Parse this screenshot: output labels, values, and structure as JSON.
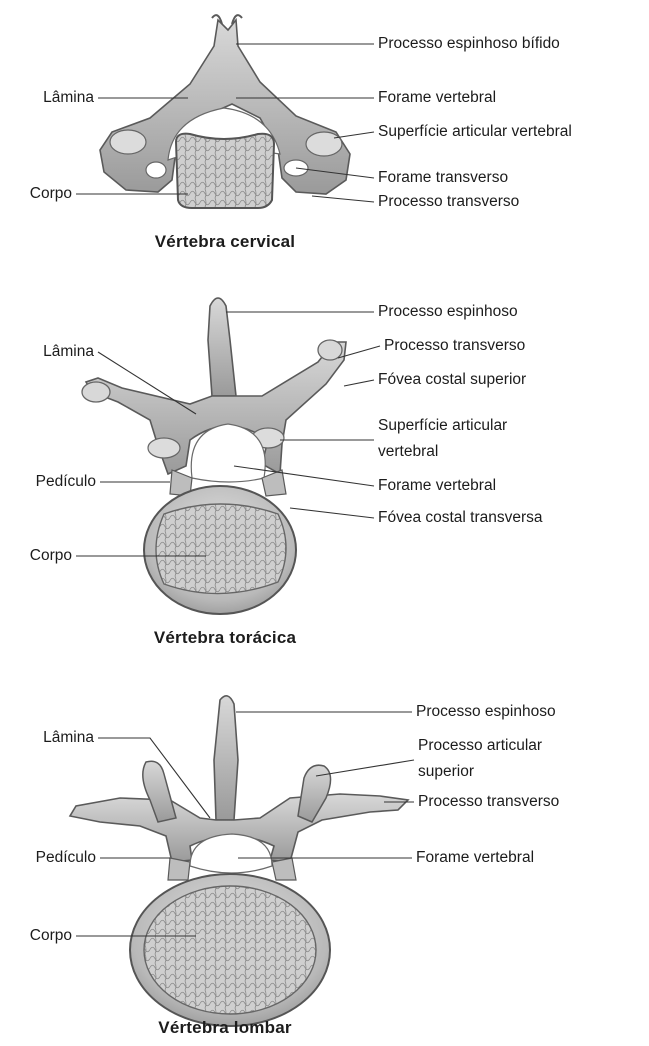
{
  "cervical": {
    "caption": "Vértebra cervical",
    "labels": {
      "processo_espinhoso_bifido": "Processo espinhoso bífido",
      "lamina": "Lâmina",
      "forame_vertebral": "Forame vertebral",
      "superficie_articular": "Superfície articular vertebral",
      "corpo": "Corpo",
      "forame_transverso": "Forame transverso",
      "processo_transverso": "Processo transverso"
    }
  },
  "toracica": {
    "caption": "Vértebra torácica",
    "labels": {
      "processo_espinhoso": "Processo espinhoso",
      "processo_transverso": "Processo transverso",
      "lamina": "Lâmina",
      "fovea_costal_superior": "Fóvea costal superior",
      "superficie_articular_l1": "Superfície articular",
      "superficie_articular_l2": "vertebral",
      "pediculo": "Pedículo",
      "forame_vertebral": "Forame vertebral",
      "fovea_costal_transversa": "Fóvea costal transversa",
      "corpo": "Corpo"
    }
  },
  "lombar": {
    "caption": "Vértebra lombar",
    "labels": {
      "processo_espinhoso": "Processo espinhoso",
      "lamina": "Lâmina",
      "processo_articular_l1": "Processo articular",
      "processo_articular_l2": "superior",
      "processo_transverso": "Processo transverso",
      "pediculo": "Pedículo",
      "forame_vertebral": "Forame vertebral",
      "corpo": "Corpo"
    }
  },
  "colors": {
    "bone_fill": "#c9c9c9",
    "bone_dark": "#8f8f8f",
    "bone_outline": "#5a5a5a",
    "spongy": "#b5b5b5",
    "leader": "#333333"
  }
}
